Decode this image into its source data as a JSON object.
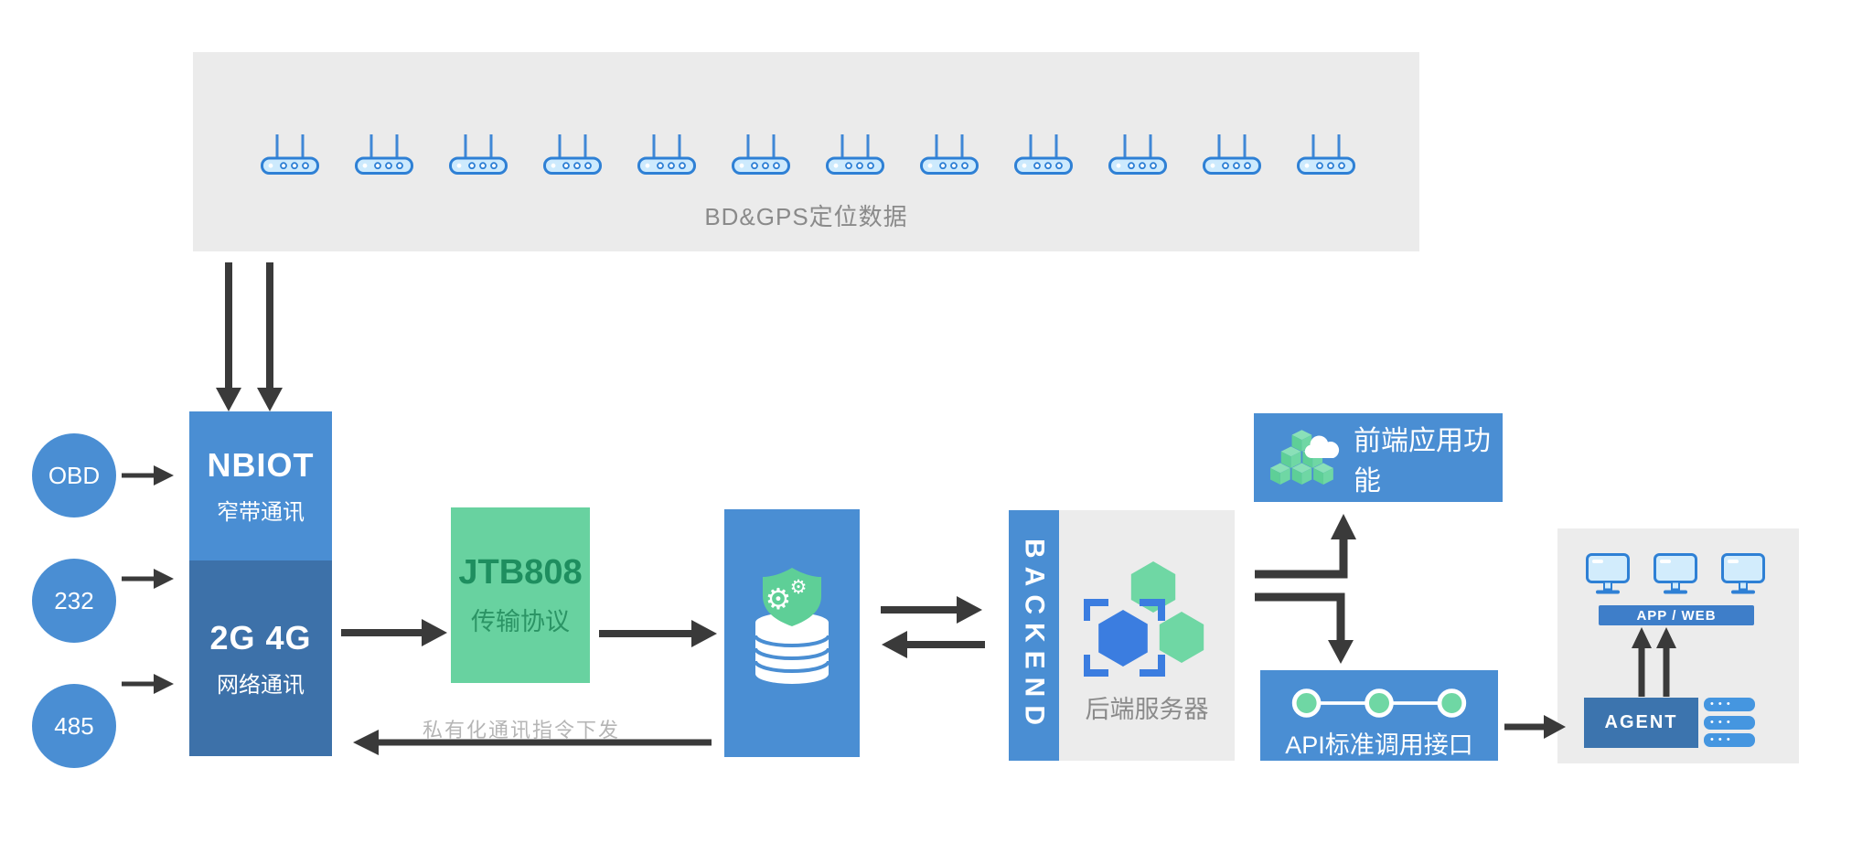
{
  "top_panel": {
    "label": "BD&GPS定位数据",
    "router_count": 12
  },
  "inputs": [
    "OBD",
    "232",
    "485"
  ],
  "comm_module": {
    "top_title": "NBIOT",
    "top_subtitle": "窄带通讯",
    "bottom_title": "2G 4G",
    "bottom_subtitle": "网络通讯"
  },
  "protocol": {
    "title": "JTB808",
    "subtitle": "传输协议"
  },
  "downlink_label": "私有化通讯指令下发",
  "backend": {
    "vertical_label": "BACKEND",
    "server_label": "后端服务器"
  },
  "frontend": {
    "label": "前端应用功能"
  },
  "api": {
    "label": "API标准调用接口"
  },
  "client_panel": {
    "appweb_label": "APP / WEB",
    "agent_label": "AGENT",
    "monitor_count": 3,
    "server_count": 3
  },
  "icons": {
    "gear_glyph": "⚙",
    "names": [
      "router-icon",
      "shield-database-icon",
      "hexagon-cluster-icon",
      "cubes-cloud-icon",
      "api-nodes-icon",
      "monitor-icon",
      "server-bar"
    ]
  },
  "colors": {
    "primary_blue": "#4a8ed3",
    "deep_blue": "#3d71a9",
    "agent_blue": "#3c74ae",
    "appweb_blue": "#3e7ec9",
    "server_blue": "#4596e0",
    "bracket_blue": "#3b7de0",
    "green_box": "#68d2a0",
    "green_icon": "#6fd7a4",
    "green_text_dark": "#1e8e5f",
    "panel_gray": "#ebebeb",
    "arrow_dark": "#3a3a3a",
    "label_gray": "#8a8a8a",
    "icon_fill_blue": "#cdeafd",
    "icon_stroke_blue": "#2e80d5"
  }
}
